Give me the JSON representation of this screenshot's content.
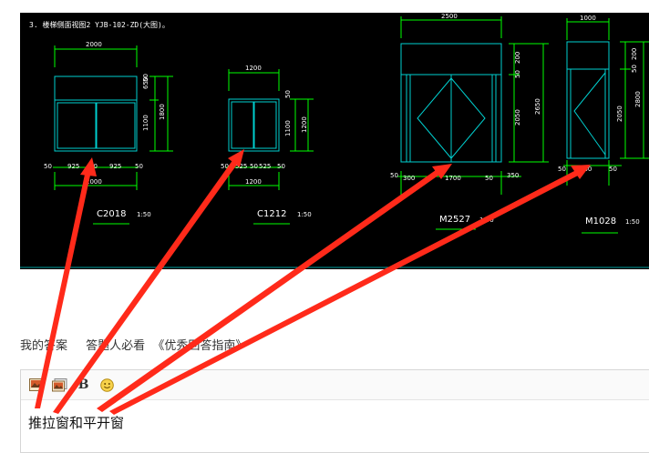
{
  "cad": {
    "note_line": "3. 楼梯侧面视图2 YJB-102-ZD(大图)。",
    "windows": [
      {
        "code": "C2018",
        "scale": "1:50",
        "top_dim": "2000",
        "bottom_dim": "2000",
        "sub_dims": [
          "50",
          "925",
          "50",
          "925",
          "50"
        ],
        "side_dims": [
          "650",
          "1100",
          "1800",
          "50"
        ]
      },
      {
        "code": "C1212",
        "scale": "1:50",
        "top_dim": "1200",
        "bottom_dim": "1200",
        "sub_dims": [
          "50",
          "525",
          "50",
          "525",
          "50"
        ],
        "side_dims": [
          "50",
          "1100",
          "1200"
        ]
      }
    ],
    "doors": [
      {
        "code": "M2527",
        "scale": "1:50",
        "top_dim": "2500",
        "bottom_dims": [
          "50",
          "300",
          "1700",
          "50",
          "350"
        ],
        "side_dims": [
          "200",
          "50",
          "2050",
          "2650"
        ]
      },
      {
        "code": "M1028",
        "scale": "1:50",
        "top_dim": "1000",
        "bottom_dims": [
          "50",
          "900",
          "50"
        ],
        "side_dims": [
          "200",
          "50",
          "2050",
          "2800"
        ]
      }
    ]
  },
  "nav": {
    "my_answer": "我的答案",
    "must_read": "答题人必看",
    "guide": "《优秀回答指南》"
  },
  "toolbar": {
    "bold_label": "B"
  },
  "editor": {
    "content": "推拉窗和平开窗"
  },
  "colors": {
    "cad_bg": "#000000",
    "cad_green": "#00ff00",
    "cad_cyan": "#00d0d0",
    "arrow_red": "#ff2a1a"
  }
}
